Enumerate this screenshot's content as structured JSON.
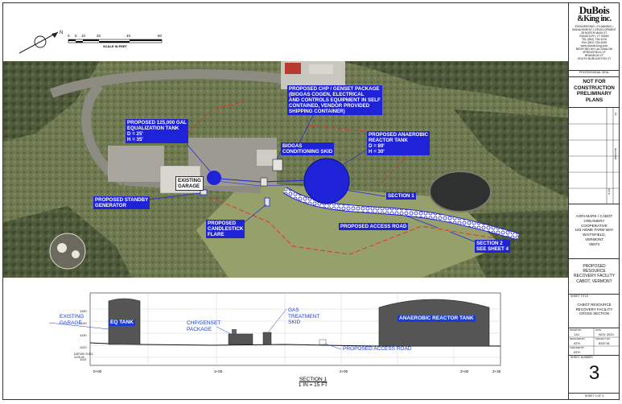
{
  "scale_bar": {
    "ticks": [
      "0",
      "5",
      "10",
      "20",
      "40",
      "60"
    ],
    "caption": "SCALE IN FEET"
  },
  "aerial_labels": {
    "chp": [
      "PROPOSED CHP / GENSET PACKAGE",
      "(BIOGAS COGEN, ELECTRICAL",
      "AND CONTROLS EQUIPMENT IN SELF",
      "CONTAINED, VENDOR PROVIDED",
      "SHIPPING CONTAINER)"
    ],
    "eq_tank": [
      "PROPOSED 125,000 GAL",
      "EQUALIZATION TANK",
      "D = 25'",
      "H = 35'"
    ],
    "anaerobic": [
      "PROPOSED ANAEROBIC",
      "REACTOR TANK",
      "D = 89'",
      "H = 30'"
    ],
    "biogas": [
      "BIOGAS",
      "CONDITIONING SKID"
    ],
    "garage": [
      "EXISTING",
      "GARAGE"
    ],
    "generator": [
      "PROPOSED STANDBY",
      "GENERATOR"
    ],
    "flare": [
      "PROPOSED",
      "CANDLESTICK",
      "FLARE"
    ],
    "section1": "SECTION 1",
    "access_road": "PROPOSED ACCESS ROAD",
    "section2": [
      "SECTION 2",
      "SEE SHEET 4"
    ]
  },
  "section_labels": {
    "existing_garage": [
      "EXISTING",
      "GARAGE"
    ],
    "eq_tank": "EQ TANK",
    "chp": [
      "CHP/GENSET",
      "PACKAGE"
    ],
    "gas": [
      "GAS",
      "TREATMENT",
      "SKID"
    ],
    "anaerobic": "ANAEROBIC REACTOR TANK",
    "access_road": "PROPOSED ACCESS ROAD",
    "title": "SECTION 1",
    "scale": "1 IN = 15 FT",
    "elev": [
      "1150",
      "1140",
      "1130",
      "1120",
      "1110"
    ],
    "stations": [
      "0+00",
      "1+00",
      "2+00",
      "3+00"
    ],
    "station_end": "3+35",
    "datum": "DATUM: ELEV\n1105.00"
  },
  "title_block": {
    "logo1": "DuBois",
    "logo2": "&King inc.",
    "firm_lines": [
      "ENGINEERING • PLANNING •",
      "MANAGEMENT • DEVELOPMENT",
      "28 NORTH MAIN ST.",
      "RANDOLPH, VT 05060",
      "TEL (802) 728-3376",
      "FAX (802) 728-4930",
      "www.dubois-king.com",
      "BEDFORD NH LACONIA NH",
      "SPRINGFIELD VT",
      "BRANDON VT",
      "SOUTH BURLINGTON VT"
    ],
    "seal_label": "PROFESSIONAL SEAL",
    "not_for": [
      "NOT FOR",
      "CONSTRUCTION",
      "PRELIMINARY",
      "PLANS"
    ],
    "rev_cols": [
      "BY",
      "DATE",
      "REVISION"
    ],
    "client": [
      "AGRI-MARK / CABOT",
      "CREAMERY",
      "COOPERATIVE",
      "193 HOME FARM WAY",
      "WAITSFIELD,",
      "VERMONT",
      "05673"
    ],
    "project": [
      "PROPOSED",
      "RESOURCE",
      "RECOVERY FACILITY",
      "CABOT, VERMONT"
    ],
    "sheet_title_label": "SHEET TITLE",
    "sheet_title": [
      "CABOT RESOURCE",
      "RECOVERY FACILITY",
      "CROSS SECTION"
    ],
    "drawn_by_label": "DRAWN BY",
    "drawn_by": "JJU",
    "date_label": "DATE",
    "date": "NOV 2020",
    "designed_label": "DESIGNED BY",
    "designed": "ATH",
    "project_no_label": "PROJECT NO",
    "project_no": "826718",
    "checked_label": "CHECKED BY",
    "checked": "ATH",
    "sheet_number_label": "SHEET NUMBER",
    "sheet_number": "3",
    "sheet_of": "SHEET 3 OF 4"
  },
  "colors": {
    "label_blue": "#1a3bd6",
    "tank_blue": "#1f23d8",
    "redline": "#e2342c"
  }
}
